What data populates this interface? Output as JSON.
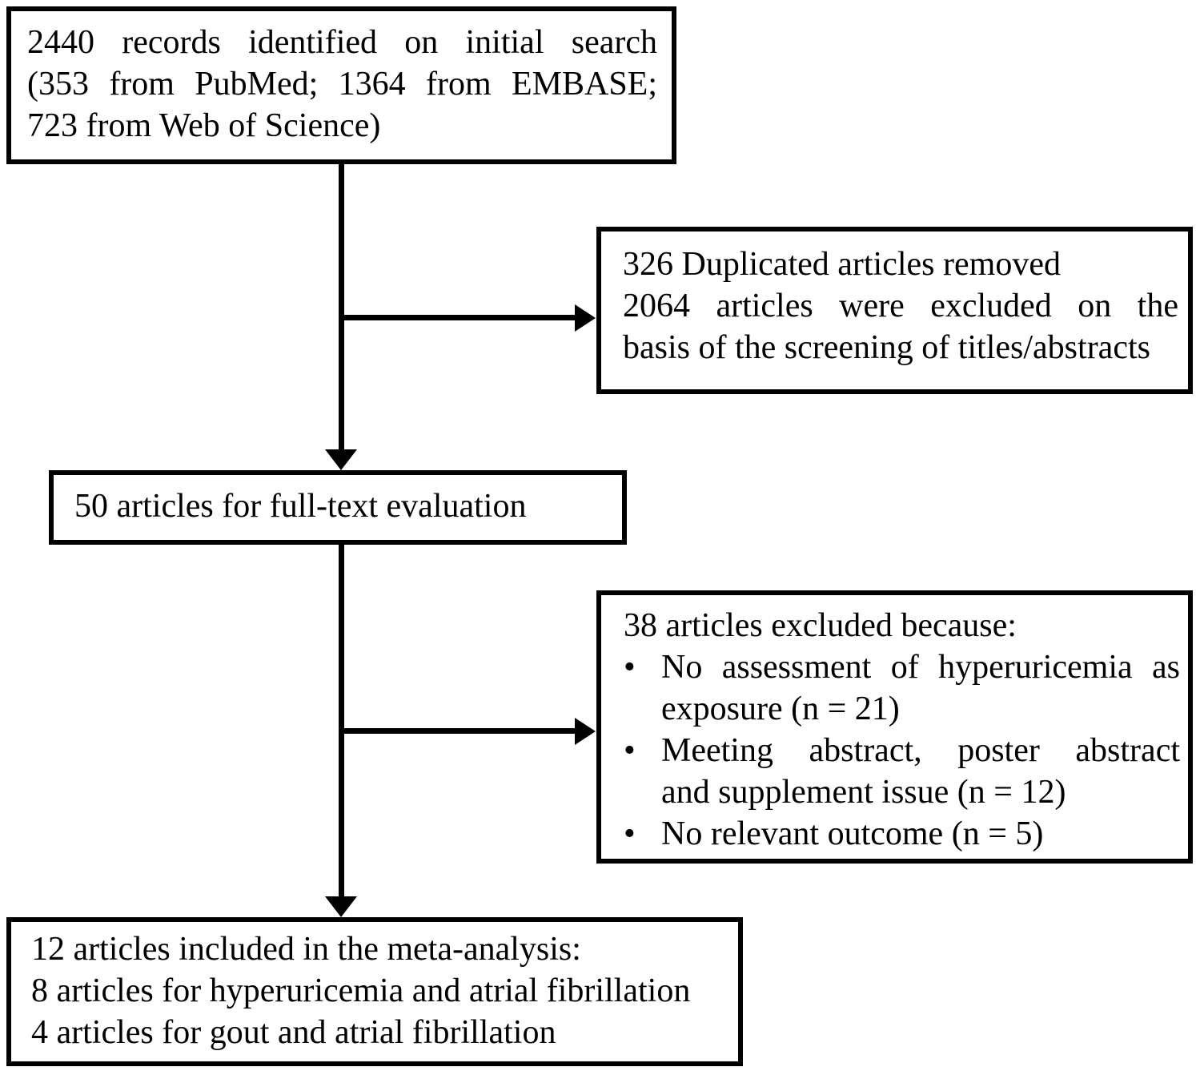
{
  "flowchart": {
    "boxes": {
      "records_identified": {
        "lines": [
          "2440 records identified on initial search",
          "(353 from PubMed; 1364 from EMBASE;",
          "723 from Web of Science)"
        ]
      },
      "duplicates_removed": {
        "lines": [
          "326 Duplicated articles removed",
          "2064 articles were excluded on the",
          "basis of the screening of titles/abstracts"
        ]
      },
      "full_text_evaluation": {
        "lines": [
          "50 articles for full-text evaluation"
        ]
      },
      "full_text_exclusions": {
        "heading": "38 articles excluded because:",
        "bullet_glyph": "•",
        "bullets": [
          {
            "lines": [
              "No assessment of hyperuricemia as",
              "exposure (n = 21)"
            ]
          },
          {
            "lines": [
              "Meeting abstract, poster abstract",
              "and supplement issue (n = 12)"
            ]
          },
          {
            "lines": [
              "No relevant outcome (n = 5)"
            ]
          }
        ]
      },
      "included_in_meta_analysis": {
        "lines": [
          "12 articles included in the meta-analysis:",
          "8 articles for hyperuricemia and atrial fibrillation",
          "4 articles for gout and atrial fibrillation"
        ]
      }
    },
    "colors": {
      "border": "#000000",
      "text": "#000000",
      "background": "#ffffff"
    }
  }
}
